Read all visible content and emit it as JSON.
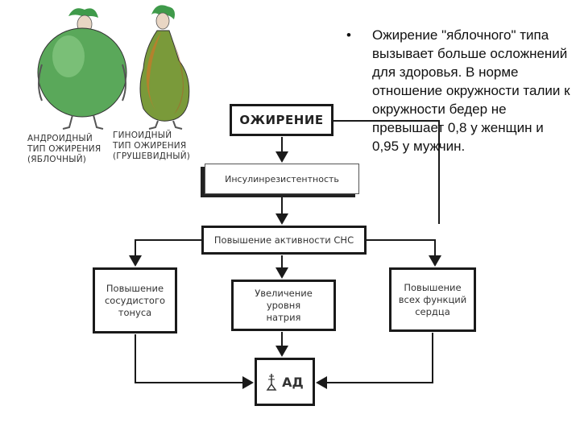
{
  "bullet": {
    "text": "Ожирение \"яблочного\" типа вызывает больше осложнений для здоровья. В норме отношение окружности талии к окружности бедер не превышает 0,8 у женщин и 0,95 у мужчин."
  },
  "figures": {
    "left_label": "АНДРОИДНЫЙ\nТИП ОЖИРЕНИЯ\n(ЯБЛОЧНЫЙ)",
    "right_label": "ГИНОИДНЫЙ\nТИП ОЖИРЕНИЯ\n(ГРУШЕВИДНЫЙ)"
  },
  "diagram": {
    "obesity": "ОЖИРЕНИЕ",
    "insulin_resistance": "Инсулинрезистентность",
    "sns_activity": "Повышение активности СНС",
    "vascular_tone": "Повышение\nсосудистого\nтонуса",
    "sodium_increase": "Увеличение\nуровня\nнатрия",
    "heart_function": "Повышение\nвсех функций\nсердца",
    "blood_pressure": "АД",
    "ad_icon": "manometer-icon"
  },
  "colors": {
    "apple_green": "#5aa85a",
    "pear_green": "#7a9a3a",
    "pear_orange": "#c8782a",
    "box_border": "#1a1a1a"
  }
}
